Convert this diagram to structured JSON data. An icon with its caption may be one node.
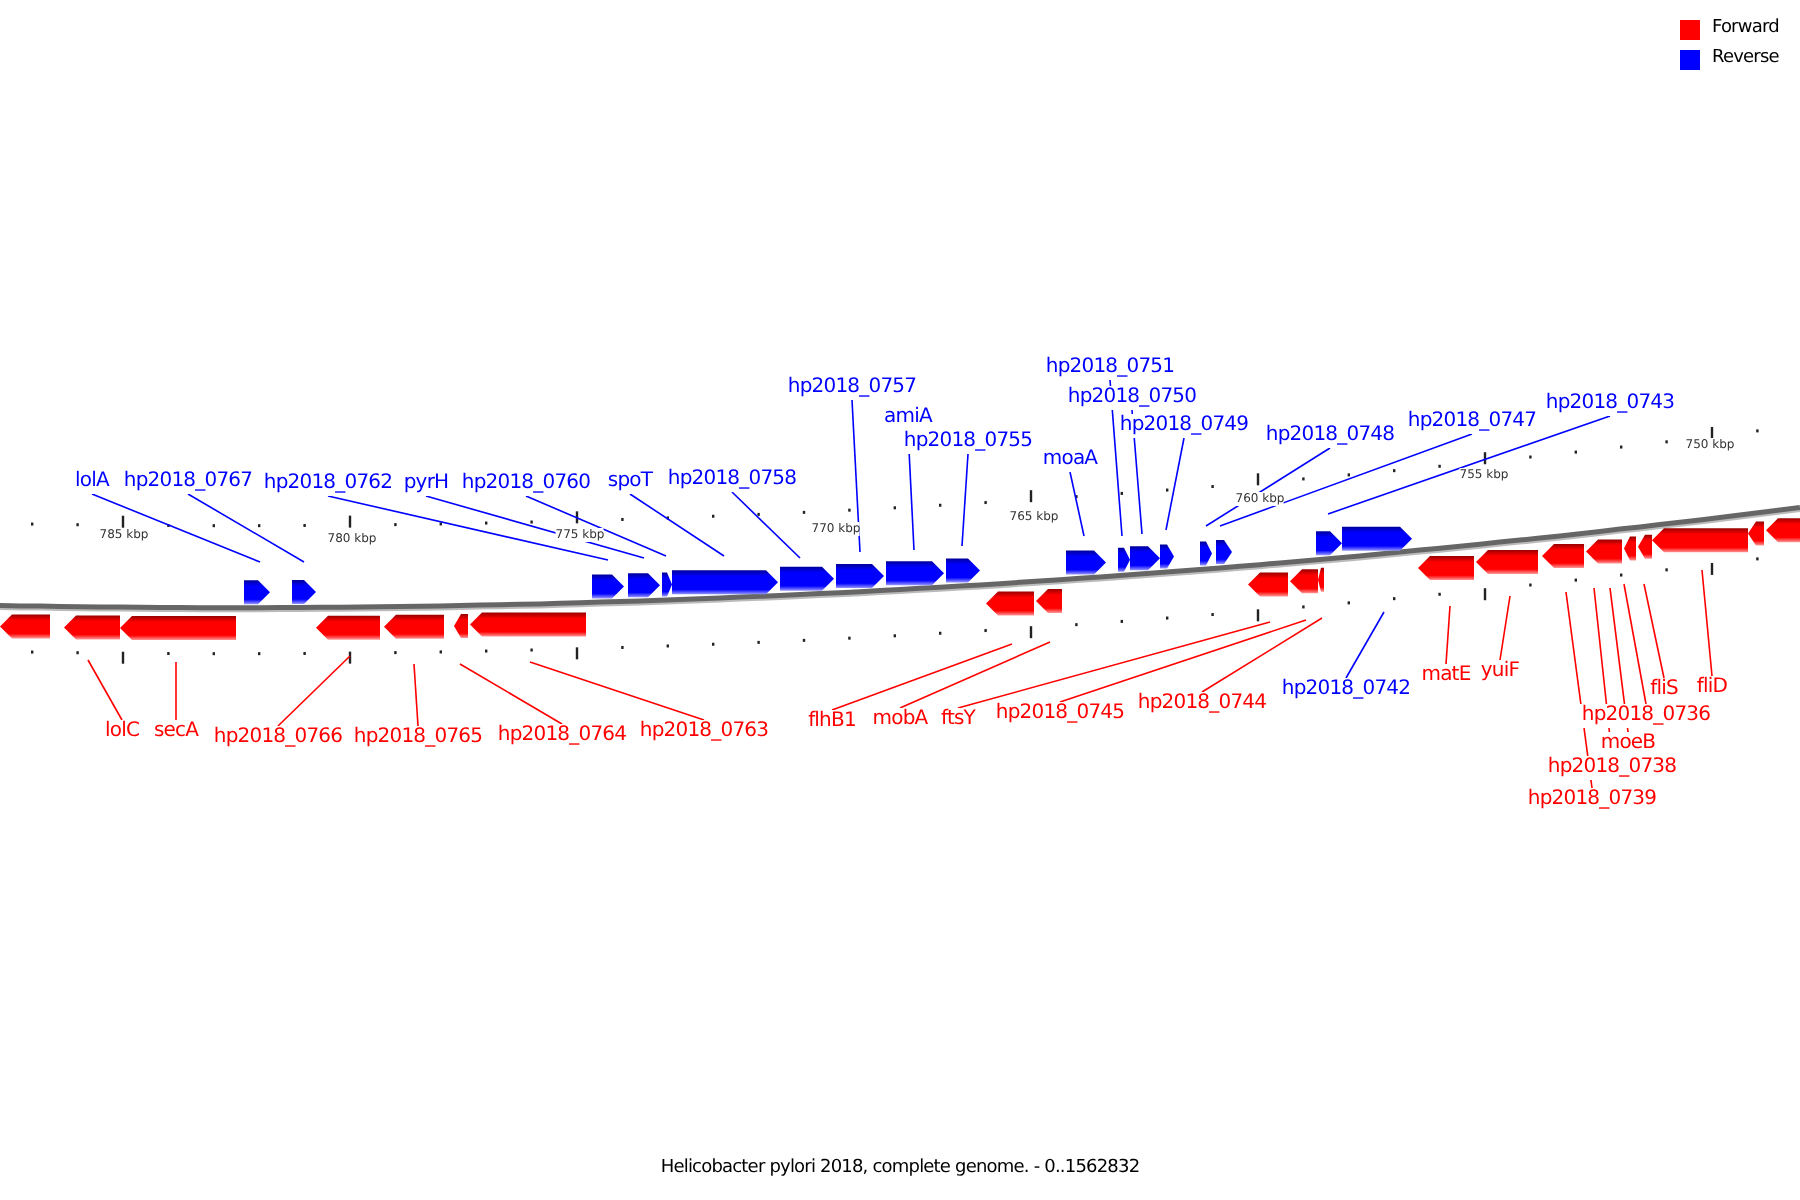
{
  "diagram": {
    "caption": "Helicobacter pylori 2018, complete genome. - 0..1562832",
    "nodes": [
      {
        "text": [
          "lolA"
        ]
      },
      {
        "text": [
          "hp2018_0767"
        ]
      },
      {
        "text": [
          "hp2018_0762"
        ]
      },
      {
        "text": [
          "pyrH"
        ]
      },
      {
        "text": [
          "hp2018_0760"
        ]
      },
      {
        "text": [
          "spoT"
        ]
      },
      {
        "text": [
          "hp2018_0758"
        ]
      },
      {
        "text": [
          "hp2018_0757"
        ]
      },
      {
        "text": [
          "amiA"
        ]
      },
      {
        "text": [
          "hp2018_0755"
        ]
      },
      {
        "text": [
          "moaA"
        ]
      },
      {
        "text": [
          "hp2018_0751"
        ]
      },
      {
        "text": [
          "hp2018_0750"
        ]
      },
      {
        "text": [
          "hp2018_0749"
        ]
      },
      {
        "text": [
          "hp2018_0748"
        ]
      },
      {
        "text": [
          "hp2018_0747"
        ]
      },
      {
        "text": [
          "hp2018_0743"
        ]
      },
      {
        "text": [
          "hp2018_0742"
        ]
      },
      {
        "text": [
          "lolC"
        ]
      },
      {
        "text": [
          "secA"
        ]
      },
      {
        "text": [
          "hp2018_0766"
        ]
      },
      {
        "text": [
          "hp2018_0765"
        ]
      },
      {
        "text": [
          "hp2018_0764"
        ]
      },
      {
        "text": [
          "hp2018_0763"
        ]
      },
      {
        "text": [
          "flhB1"
        ]
      },
      {
        "text": [
          "mobA"
        ]
      },
      {
        "text": [
          "ftsY"
        ]
      },
      {
        "text": [
          "hp2018_0745"
        ]
      },
      {
        "text": [
          "hp2018_0744"
        ]
      },
      {
        "text": [
          "matE"
        ]
      },
      {
        "text": [
          "yuiF"
        ]
      },
      {
        "text": [
          "fliS"
        ]
      },
      {
        "text": [
          "fliD"
        ]
      },
      {
        "text": [
          "hp2018_0736"
        ]
      },
      {
        "text": [
          "moeB"
        ]
      },
      {
        "text": [
          "hp2018_0738"
        ]
      },
      {
        "text": [
          "hp2018_0739"
        ]
      }
    ],
    "edges": [
      {
        "from": 0,
        "to": null,
        "arrow": "none",
        "color": "#0000ff"
      },
      {
        "from": 1,
        "to": null,
        "arrow": "none",
        "color": "#0000ff"
      },
      {
        "from": 2,
        "to": null,
        "arrow": "none",
        "color": "#0000ff"
      },
      {
        "from": 3,
        "to": null,
        "arrow": "none",
        "color": "#0000ff"
      },
      {
        "from": 4,
        "to": null,
        "arrow": "none",
        "color": "#0000ff"
      },
      {
        "from": 5,
        "to": null,
        "arrow": "none",
        "color": "#0000ff"
      },
      {
        "from": 6,
        "to": null,
        "arrow": "none",
        "color": "#0000ff"
      },
      {
        "from": 7,
        "to": null,
        "arrow": "none",
        "color": "#0000ff"
      },
      {
        "from": 8,
        "to": null,
        "arrow": "none",
        "color": "#0000ff"
      },
      {
        "from": 9,
        "to": null,
        "arrow": "none",
        "color": "#0000ff"
      },
      {
        "from": 10,
        "to": null,
        "arrow": "none",
        "color": "#0000ff"
      },
      {
        "from": 11,
        "to": null,
        "arrow": "none",
        "color": "#0000ff"
      },
      {
        "from": 12,
        "to": null,
        "arrow": "none",
        "color": "#0000ff"
      },
      {
        "from": 13,
        "to": null,
        "arrow": "none",
        "color": "#0000ff"
      },
      {
        "from": 14,
        "to": null,
        "arrow": "none",
        "color": "#0000ff"
      },
      {
        "from": 15,
        "to": null,
        "arrow": "none",
        "color": "#0000ff"
      },
      {
        "from": 16,
        "to": null,
        "arrow": "none",
        "color": "#0000ff"
      },
      {
        "from": 17,
        "to": null,
        "arrow": "none",
        "color": "#0000ff"
      },
      {
        "from": 18,
        "to": null,
        "arrow": "none"
      },
      {
        "from": 19,
        "to": null,
        "arrow": "none"
      },
      {
        "from": 20,
        "to": null,
        "arrow": "none"
      },
      {
        "from": 21,
        "to": null,
        "arrow": "none"
      },
      {
        "from": 22,
        "to": null,
        "arrow": "none"
      },
      {
        "from": 23,
        "to": null,
        "arrow": "none"
      },
      {
        "from": 24,
        "to": null,
        "arrow": "none"
      },
      {
        "from": 25,
        "to": null,
        "arrow": "none"
      },
      {
        "from": 26,
        "to": null,
        "arrow": "none"
      },
      {
        "from": 27,
        "to": null,
        "arrow": "none"
      },
      {
        "from": 28,
        "to": null,
        "arrow": "none"
      },
      {
        "from": 29,
        "to": null,
        "arrow": "none"
      },
      {
        "from": 30,
        "to": null,
        "arrow": "none"
      },
      {
        "from": 31,
        "to": null,
        "arrow": "none"
      },
      {
        "from": 32,
        "to": null,
        "arrow": "none"
      },
      {
        "from": 33,
        "to": null,
        "arrow": "none"
      },
      {
        "from": 34,
        "to": null,
        "arrow": "none"
      },
      {
        "from": 35,
        "to": null,
        "arrow": "none"
      },
      {
        "from": 36,
        "to": null,
        "arrow": "none"
      }
    ],
    "labels": [
      "785 kbp",
      "780 kbp",
      "775 kbp",
      "770 kbp",
      "765 kbp",
      "760 kbp",
      "755 kbp",
      "750 kbp"
    ],
    "legend": [
      {
        "text": "Forward",
        "color": "#ff0000"
      },
      {
        "text": "Reverse",
        "color": "#0000ff"
      }
    ]
  }
}
